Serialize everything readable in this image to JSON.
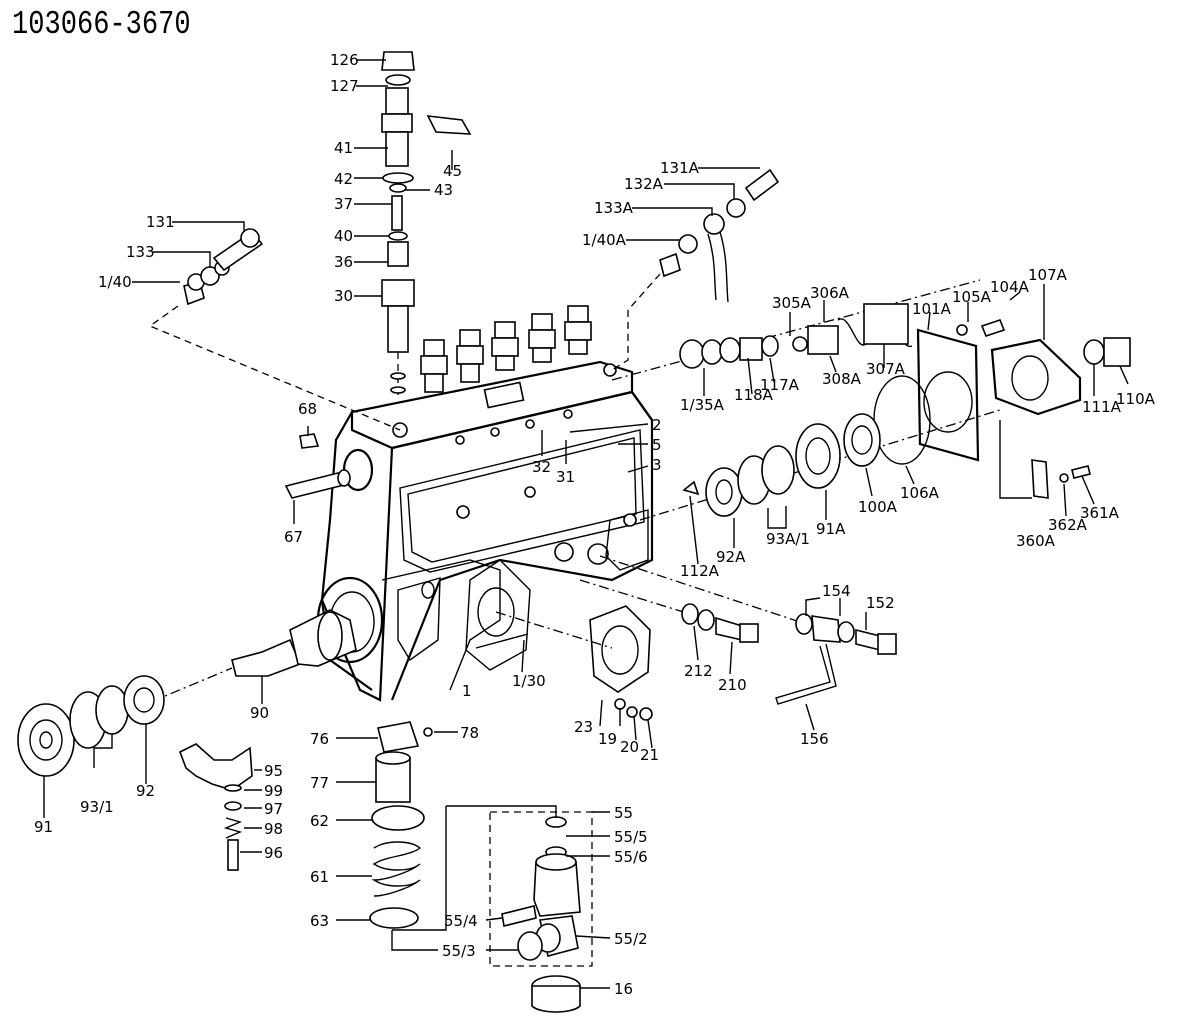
{
  "title": "103066-3670",
  "callouts": {
    "c126": "126",
    "c127": "127",
    "c41": "41",
    "c45": "45",
    "c42": "42",
    "c43": "43",
    "c37": "37",
    "c40": "40",
    "c36": "36",
    "c30": "30",
    "c131": "131",
    "c133": "133",
    "c140": "1/40",
    "c131A": "131A",
    "c132A": "132A",
    "c133A": "133A",
    "c140A": "1/40A",
    "c305A": "305A",
    "c306A": "306A",
    "c105A": "105A",
    "c104A": "104A",
    "c107A": "107A",
    "c101A": "101A",
    "c135A": "1/35A",
    "c118A": "118A",
    "c117A": "117A",
    "c308A": "308A",
    "c307A": "307A",
    "c111A": "111A",
    "c110A": "110A",
    "c68": "68",
    "c2": "2",
    "c5": "5",
    "c3": "3",
    "c32": "32",
    "c31": "31",
    "c67": "67",
    "c112A": "112A",
    "c92A": "92A",
    "c93A1": "93A/1",
    "c91A": "91A",
    "c100A": "100A",
    "c106A": "106A",
    "c362A": "362A",
    "c361A": "361A",
    "c360A": "360A",
    "c154": "154",
    "c152": "152",
    "c212": "212",
    "c210": "210",
    "c156": "156",
    "c1": "1",
    "c130": "1/30",
    "c90": "90",
    "c91": "91",
    "c931": "93/1",
    "c92": "92",
    "c23": "23",
    "c19": "19",
    "c20": "20",
    "c21": "21",
    "c76": "76",
    "c78": "78",
    "c95": "95",
    "c77": "77",
    "c99": "99",
    "c97": "97",
    "c98": "98",
    "c96": "96",
    "c62": "62",
    "c61": "61",
    "c63": "63",
    "c55": "55",
    "c555": "55/5",
    "c556": "55/6",
    "c554": "55/4",
    "c552": "55/2",
    "c553": "55/3",
    "c16": "16"
  }
}
